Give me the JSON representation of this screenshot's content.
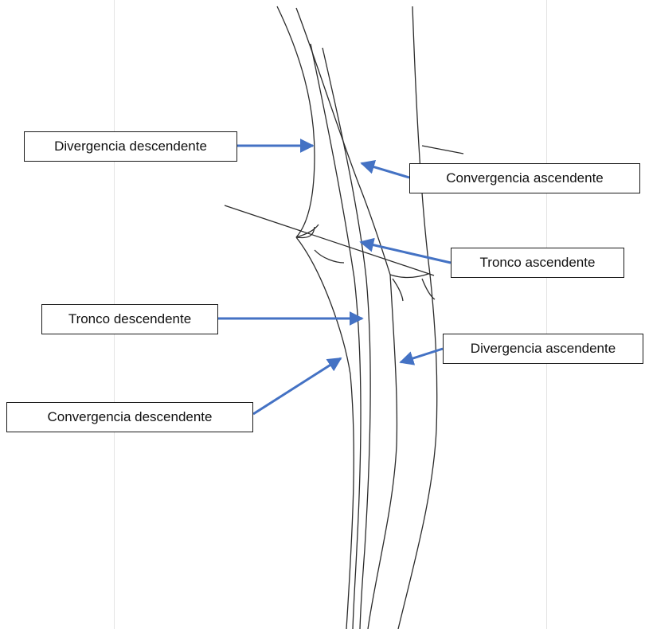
{
  "diagram": {
    "colors": {
      "road_line": "#2b2b2b",
      "arrow": "#4472c4",
      "frame_line": "#e4e4e4",
      "label_border": "#1a1a1a"
    },
    "labels": {
      "divergencia_descendente": "Divergencia descendente",
      "convergencia_ascendente": "Convergencia ascendente",
      "tronco_ascendente": "Tronco ascendente",
      "tronco_descendente": "Tronco descendente",
      "divergencia_ascendente": "Divergencia ascendente",
      "convergencia_descendente": "Convergencia descendente"
    }
  }
}
